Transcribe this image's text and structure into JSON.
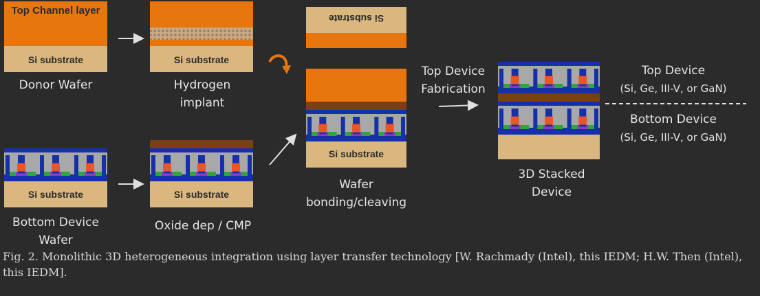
{
  "colors": {
    "background": "#2b2b2b",
    "orange": "#e8760e",
    "substrate": "#d9b77e",
    "oxide": "#7a3f12",
    "blue": "#1530a8",
    "gray": "#a8a8a8",
    "green": "#2ea83a",
    "purple": "#8a3cc0",
    "red": "#e8562a"
  },
  "steps": {
    "donor_box_top": "Top Channel layer",
    "donor_box_bottom": "Si substrate",
    "donor_label": "Donor Wafer",
    "hydrogen_box_bottom": "Si substrate",
    "hydrogen_label": "Hydrogen implant",
    "flipped_substrate": "Si substrate",
    "bonding_box_bottom": "Si substrate",
    "bonding_label": "Wafer bonding/cleaving",
    "bottom_box_bottom": "Si substrate",
    "bottom_label": "Bottom Device Wafer",
    "oxide_box_bottom": "Si substrate",
    "oxide_label": "Oxide dep / CMP",
    "fabrication_label": "Top Device Fabrication",
    "stacked_label": "3D Stacked Device",
    "top_device_label": "Top Device",
    "top_device_materials": "(Si, Ge, III-V, or GaN)",
    "bottom_device_label": "Bottom Device",
    "bottom_device_materials": "(Si, Ge, III-V, or GaN)"
  },
  "caption": "Fig. 2. Monolithic 3D heterogeneous integration using layer transfer technology [W. Rachmady (Intel), this IEDM; H.W. Then (Intel), this IEDM]."
}
